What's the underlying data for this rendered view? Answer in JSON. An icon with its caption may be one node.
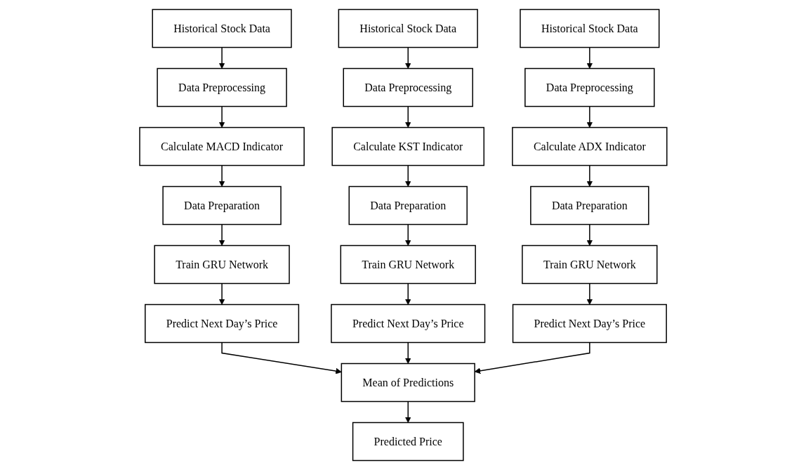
{
  "diagram": {
    "nodes": [
      {
        "text": [
          "Historical Stock Data"
        ]
      },
      {
        "text": [
          "Historical Stock Data"
        ]
      },
      {
        "text": [
          "Historical Stock Data"
        ]
      },
      {
        "text": [
          "Data Preprocessing"
        ]
      },
      {
        "text": [
          "Data Preprocessing"
        ]
      },
      {
        "text": [
          "Data Preprocessing"
        ]
      },
      {
        "text": [
          "Calculate MACD Indicator"
        ]
      },
      {
        "text": [
          "Calculate KST Indicator"
        ]
      },
      {
        "text": [
          "Calculate ADX Indicator"
        ]
      },
      {
        "text": [
          "Data Preparation"
        ]
      },
      {
        "text": [
          "Data Preparation"
        ]
      },
      {
        "text": [
          "Data Preparation"
        ]
      },
      {
        "text": [
          "Train GRU Network"
        ]
      },
      {
        "text": [
          "Train GRU Network"
        ]
      },
      {
        "text": [
          "Train GRU Network"
        ]
      },
      {
        "text": [
          "Predict Next Day’s Price"
        ]
      },
      {
        "text": [
          "Predict Next Day’s Price"
        ]
      },
      {
        "text": [
          "Predict Next Day’s Price"
        ]
      },
      {
        "text": [
          "Mean of Predictions"
        ]
      },
      {
        "text": [
          "Predicted Price"
        ]
      }
    ],
    "edges": [
      {
        "from": 0,
        "to": 3,
        "arrow": "to"
      },
      {
        "from": 3,
        "to": 6,
        "arrow": "to"
      },
      {
        "from": 6,
        "to": 9,
        "arrow": "to"
      },
      {
        "from": 9,
        "to": 12,
        "arrow": "to"
      },
      {
        "from": 12,
        "to": 15,
        "arrow": "to"
      },
      {
        "from": 1,
        "to": 4,
        "arrow": "to"
      },
      {
        "from": 4,
        "to": 7,
        "arrow": "to"
      },
      {
        "from": 7,
        "to": 10,
        "arrow": "to"
      },
      {
        "from": 10,
        "to": 13,
        "arrow": "to"
      },
      {
        "from": 13,
        "to": 16,
        "arrow": "to"
      },
      {
        "from": 2,
        "to": 5,
        "arrow": "to"
      },
      {
        "from": 5,
        "to": 8,
        "arrow": "to"
      },
      {
        "from": 8,
        "to": 11,
        "arrow": "to"
      },
      {
        "from": 11,
        "to": 14,
        "arrow": "to"
      },
      {
        "from": 14,
        "to": 17,
        "arrow": "to"
      },
      {
        "from": 15,
        "to": 18,
        "arrow": "to"
      },
      {
        "from": 16,
        "to": 18,
        "arrow": "to"
      },
      {
        "from": 17,
        "to": 18,
        "arrow": "to"
      },
      {
        "from": 18,
        "to": 19,
        "arrow": "to"
      }
    ]
  }
}
